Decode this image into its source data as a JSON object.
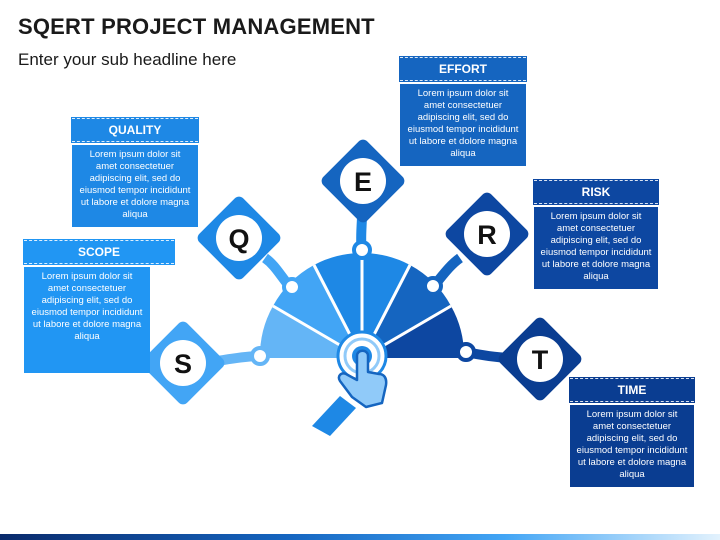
{
  "header": {
    "title": "SQERT PROJECT MANAGEMENT",
    "subtitle": "Enter your sub headline here"
  },
  "colors": {
    "scope": "#2196f3",
    "quality": "#1e88e5",
    "effort": "#1565c0",
    "risk": "#0d47a1",
    "time": "#0a3d91",
    "light_fan": "#64b5f6"
  },
  "steps": [
    {
      "letter": "S",
      "title": "SCOPE",
      "text": "Lorem ipsum dolor sit amet consectetuer adipiscing elit, sed do eiusmod tempor incididunt ut labore et dolore magna aliqua"
    },
    {
      "letter": "Q",
      "title": "QUALITY",
      "text": "Lorem ipsum dolor sit amet consectetuer adipiscing elit, sed do eiusmod tempor incididunt ut labore et dolore magna aliqua"
    },
    {
      "letter": "E",
      "title": "EFFORT",
      "text": "Lorem ipsum dolor sit amet consectetuer adipiscing elit, sed do eiusmod tempor incididunt ut labore et dolore magna aliqua"
    },
    {
      "letter": "R",
      "title": "RISK",
      "text": "Lorem ipsum dolor sit amet consectetuer adipiscing elit, sed do eiusmod tempor incididunt ut labore et dolore magna aliqua"
    },
    {
      "letter": "T",
      "title": "TIME",
      "text": "Lorem ipsum dolor sit amet consectetuer adipiscing elit, sed do eiusmod tempor incididunt ut labore et dolore magna aliqua"
    }
  ],
  "icons": {
    "center": "hand-pointer-icon"
  }
}
